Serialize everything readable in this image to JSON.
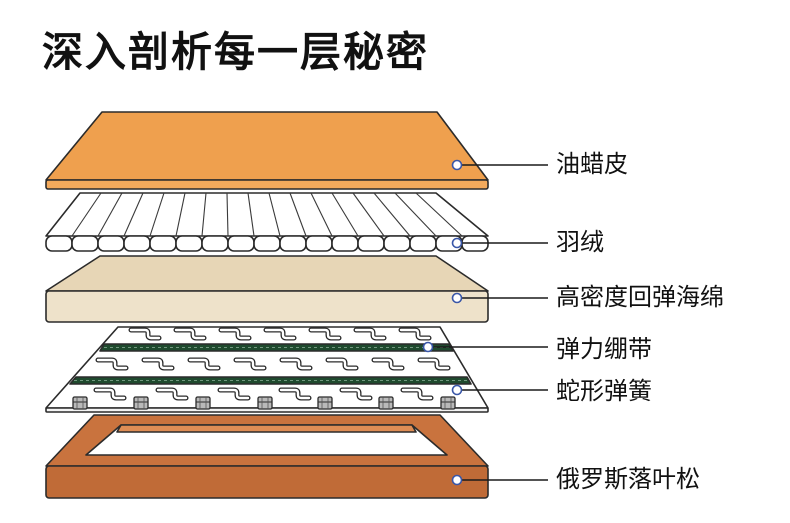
{
  "title": "深入剖析每一层秘密",
  "layers": [
    {
      "label": "油蜡皮",
      "color": "#EFA04E"
    },
    {
      "label": "羽绒",
      "color": "#FFFFFF"
    },
    {
      "label": "高密度回弹海绵",
      "color": "#E7D6B6"
    },
    {
      "label": "弹力绷带",
      "color": "#1F4A2E"
    },
    {
      "label": "蛇形弹簧",
      "color": "#FFFFFF"
    },
    {
      "label": "俄罗斯落叶松",
      "color": "#C9733E"
    }
  ]
}
